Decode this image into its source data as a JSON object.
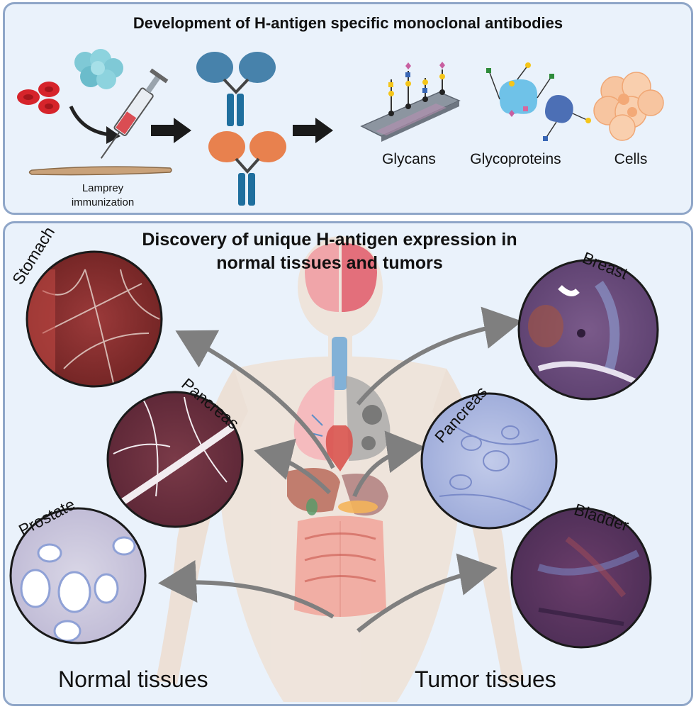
{
  "top_panel": {
    "title": "Development of H-antigen specific monoclonal antibodies",
    "immunization_label_line1": "Lamprey",
    "immunization_label_line2": "immunization",
    "targets": [
      "Glycans",
      "Glycoproteins",
      "Cells"
    ]
  },
  "bottom_panel": {
    "title_line1": "Discovery of unique H-antigen expression in",
    "title_line2": "normal tissues and tumors",
    "normal": {
      "heading": "Normal tissues",
      "tissues": [
        "Stomach",
        "Pancreas",
        "Prostate"
      ]
    },
    "tumor": {
      "heading": "Tumor tissues",
      "tissues": [
        "Breast",
        "Pancreas",
        "Bladder"
      ]
    }
  },
  "colors": {
    "panel_border": "#8fa6c8",
    "panel_fill": "#eaf2fb",
    "antibody_blue": "#1f6f9e",
    "antibody_orange": "#e8743b",
    "normal_stain": "#8a2d2d",
    "tumor_stain": "#6a4a8a",
    "low_stain": "#8fa1d6"
  }
}
